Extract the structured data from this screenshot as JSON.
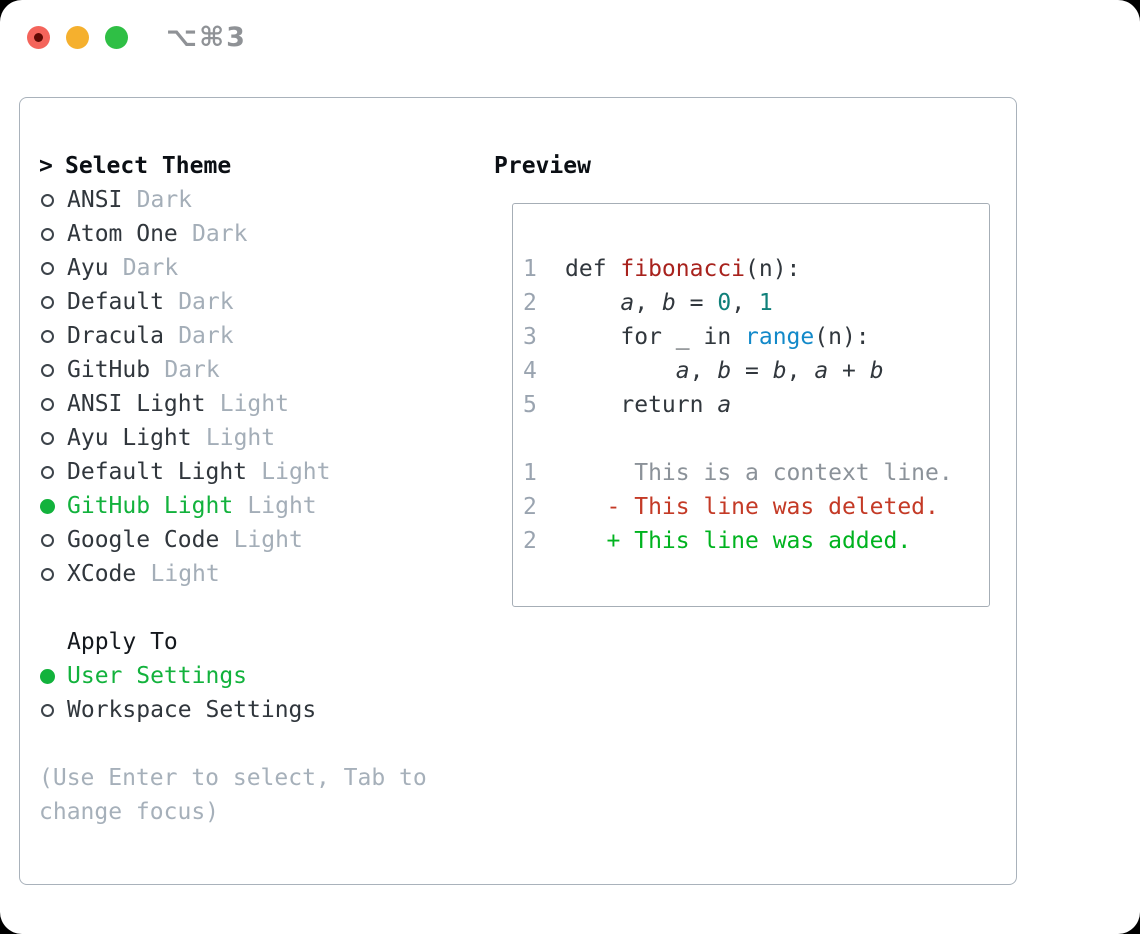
{
  "titlebar": {
    "shortcut": "⌥⌘3"
  },
  "colors": {
    "accent_green": "#12b23c",
    "added_green": "#00b31f",
    "deleted_red": "#c43a26",
    "function_red": "#a8221d",
    "number_teal": "#10807a",
    "builtin_blue": "#1289c9",
    "traffic_red": "#f4645b",
    "traffic_yellow": "#f5b02e",
    "traffic_green": "#2fbf45"
  },
  "left": {
    "header": {
      "caret": ">",
      "label": "Select Theme"
    },
    "themes": [
      {
        "name": "ANSI",
        "variant": "Dark",
        "selected": false
      },
      {
        "name": "Atom One",
        "variant": "Dark",
        "selected": false
      },
      {
        "name": "Ayu",
        "variant": "Dark",
        "selected": false
      },
      {
        "name": "Default",
        "variant": "Dark",
        "selected": false
      },
      {
        "name": "Dracula",
        "variant": "Dark",
        "selected": false
      },
      {
        "name": "GitHub",
        "variant": "Dark",
        "selected": false
      },
      {
        "name": "ANSI Light",
        "variant": "Light",
        "selected": false
      },
      {
        "name": "Ayu Light",
        "variant": "Light",
        "selected": false
      },
      {
        "name": "Default Light",
        "variant": "Light",
        "selected": false
      },
      {
        "name": "GitHub Light",
        "variant": "Light",
        "selected": true
      },
      {
        "name": "Google Code",
        "variant": "Light",
        "selected": false
      },
      {
        "name": "XCode",
        "variant": "Light",
        "selected": false
      }
    ],
    "apply_header": "Apply To",
    "apply_options": [
      {
        "name": "User Settings",
        "selected": true
      },
      {
        "name": "Workspace Settings",
        "selected": false
      }
    ],
    "hint": "(Use Enter to select, Tab to change focus)"
  },
  "preview": {
    "header": "Preview",
    "lines": [
      {
        "num": "1",
        "segments": [
          [
            "def ",
            "d"
          ],
          [
            "fibonacci",
            "fn"
          ],
          [
            "(n):",
            "d"
          ]
        ]
      },
      {
        "num": "2",
        "segments": [
          [
            "    ",
            "d"
          ],
          [
            "a",
            "v"
          ],
          [
            ", ",
            "d"
          ],
          [
            "b",
            "v"
          ],
          [
            " = ",
            "d"
          ],
          [
            "0",
            "n"
          ],
          [
            ", ",
            "d"
          ],
          [
            "1",
            "n"
          ]
        ]
      },
      {
        "num": "3",
        "segments": [
          [
            "    for _ in ",
            "d"
          ],
          [
            "range",
            "b"
          ],
          [
            "(n):",
            "d"
          ]
        ]
      },
      {
        "num": "4",
        "segments": [
          [
            "        ",
            "d"
          ],
          [
            "a",
            "v"
          ],
          [
            ", ",
            "d"
          ],
          [
            "b",
            "v"
          ],
          [
            " = ",
            "d"
          ],
          [
            "b",
            "v"
          ],
          [
            ", ",
            "d"
          ],
          [
            "a",
            "v"
          ],
          [
            " + ",
            "d"
          ],
          [
            "b",
            "v"
          ]
        ]
      },
      {
        "num": "5",
        "segments": [
          [
            "    return ",
            "d"
          ],
          [
            "a",
            "v"
          ]
        ]
      },
      {
        "num": "",
        "segments": []
      },
      {
        "num": "1",
        "segments": [
          [
            "     This is a context line.",
            "ctx"
          ]
        ]
      },
      {
        "num": "2",
        "segments": [
          [
            "   - This line was deleted.",
            "del"
          ]
        ]
      },
      {
        "num": "2",
        "segments": [
          [
            "   + This line was added.",
            "add"
          ]
        ]
      }
    ]
  }
}
